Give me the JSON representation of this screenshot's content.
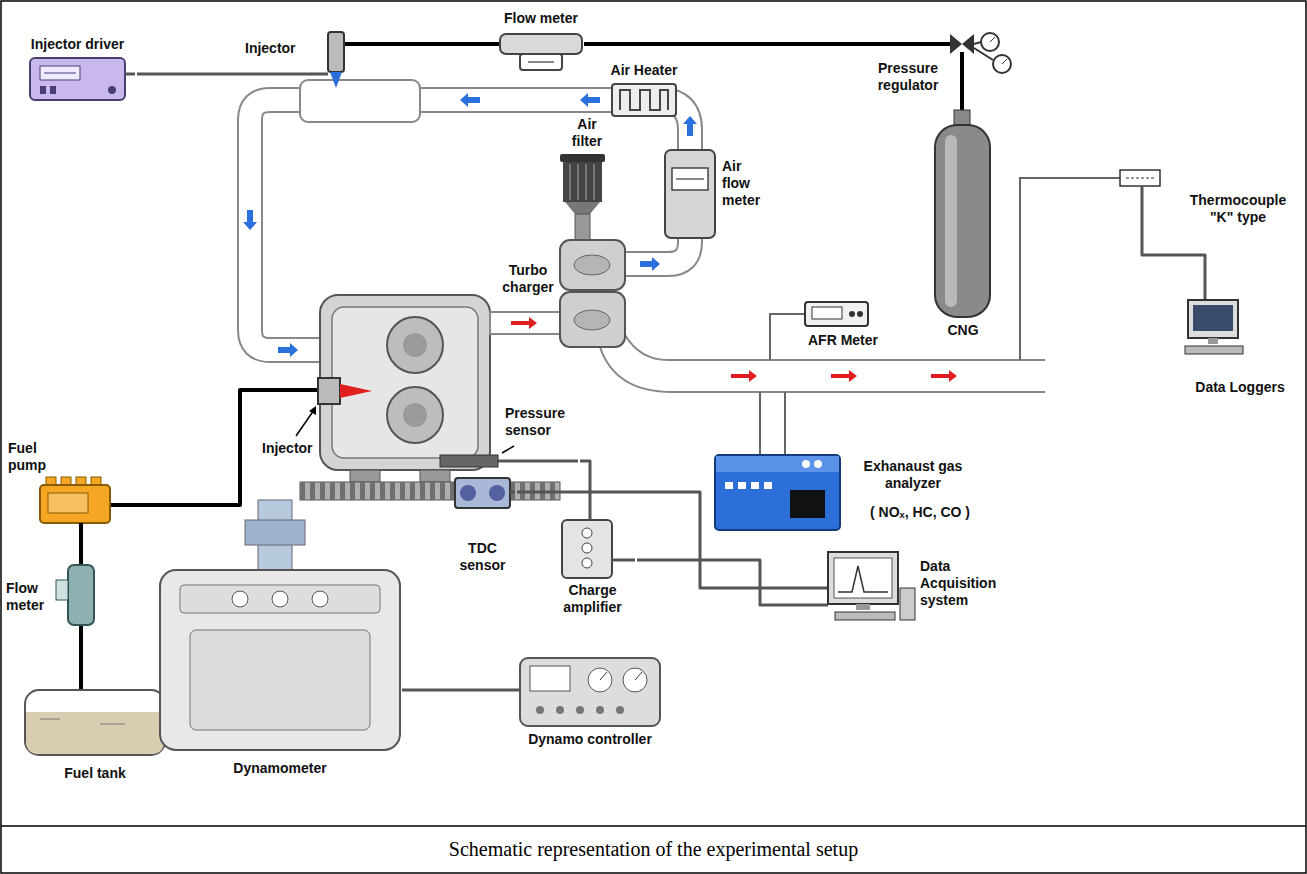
{
  "diagram": {
    "caption": "Schematic representation of the experimental setup",
    "nodes": [
      {
        "text": [
          "Flow meter"
        ]
      },
      {
        "text": [
          "Injector driver"
        ]
      },
      {
        "text": [
          "Injector"
        ]
      },
      {
        "text": [
          "Air Heater"
        ]
      },
      {
        "text": [
          "Pressure regulator"
        ]
      },
      {
        "text": [
          "Air filter"
        ]
      },
      {
        "text": [
          "Air flow meter"
        ]
      },
      {
        "text": [
          "Thermocouple \"K\" type"
        ]
      },
      {
        "text": [
          "Turbo charger"
        ]
      },
      {
        "text": [
          "CNG"
        ]
      },
      {
        "text": [
          "AFR Meter"
        ]
      },
      {
        "text": [
          "Data Loggers"
        ]
      },
      {
        "text": [
          "Injector"
        ]
      },
      {
        "text": [
          "Pressure sensor"
        ]
      },
      {
        "text": [
          "Fuel pump"
        ]
      },
      {
        "text": [
          "Exhanaust gas analyzer",
          "( NOₓ, HC, CO )"
        ]
      },
      {
        "text": [
          "TDC sensor"
        ]
      },
      {
        "text": [
          "Charge amplifier"
        ]
      },
      {
        "text": [
          "Data Acquisition system"
        ]
      },
      {
        "text": [
          "Flow meter"
        ]
      },
      {
        "text": [
          "Fuel tank"
        ]
      },
      {
        "text": [
          "Dynamometer"
        ]
      },
      {
        "text": [
          "Dynamo controller"
        ]
      }
    ],
    "edges": [
      {
        "from": 1,
        "to": 2,
        "arrow": "none"
      },
      {
        "from": 0,
        "to": 2,
        "arrow": "none"
      },
      {
        "from": 4,
        "to": 0,
        "arrow": "none"
      },
      {
        "from": 9,
        "to": 4,
        "arrow": "none"
      },
      {
        "from": 7,
        "to": 11,
        "arrow": "none"
      },
      {
        "from": 13,
        "to": 17,
        "arrow": "none"
      },
      {
        "from": 17,
        "to": 18,
        "arrow": "none"
      },
      {
        "from": 16,
        "to": 18,
        "arrow": "none"
      },
      {
        "from": 21,
        "to": 22,
        "arrow": "none"
      },
      {
        "from": 20,
        "to": 19,
        "arrow": "none"
      },
      {
        "from": 19,
        "to": 14,
        "arrow": "none"
      },
      {
        "from": 14,
        "to": 12,
        "arrow": "none"
      }
    ]
  }
}
